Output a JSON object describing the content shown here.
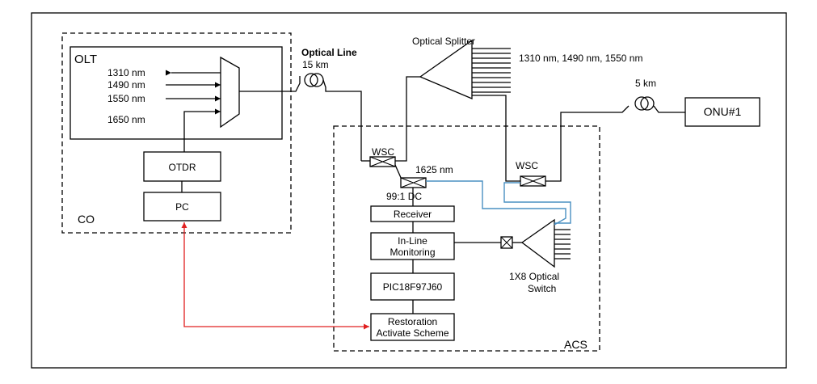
{
  "co": {
    "label": "CO",
    "olt": {
      "title": "OLT",
      "wavelengths": [
        "1310 nm",
        "1490 nm",
        "1550 nm",
        "1650 nm"
      ]
    },
    "otdr": "OTDR",
    "pc": "PC"
  },
  "line": {
    "title": "Optical Line",
    "distance": "15 km"
  },
  "splitter": {
    "title": "Optical Splitter",
    "wavelengths": "1310 nm, 1490 nm, 1550 nm"
  },
  "drop": {
    "distance": "5 km",
    "onu": "ONU#1"
  },
  "acs": {
    "label": "ACS",
    "wsc_left": "WSC",
    "wsc_right": "WSC",
    "wavelength": "1625 nm",
    "coupler": "99:1 DC",
    "receiver": "Receiver",
    "monitoring": [
      "In-Line",
      "Monitoring"
    ],
    "mcu": "PIC18F97J60",
    "restoration": [
      "Restoration",
      "Activate Scheme"
    ],
    "switch": [
      "1X8 Optical",
      "Switch"
    ]
  },
  "colors": {
    "monitor_path": "#4a90c2",
    "control_link": "#e02020"
  }
}
